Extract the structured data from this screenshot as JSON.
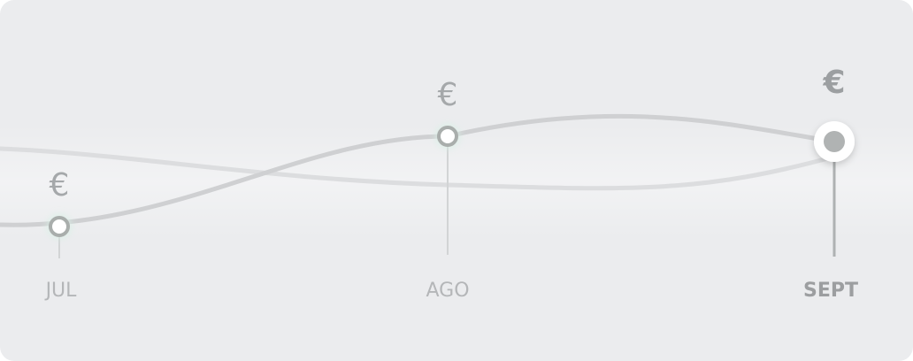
{
  "chart_data": {
    "type": "line",
    "categories": [
      "JUL",
      "AGO",
      "SEPT"
    ],
    "active_index": 2,
    "point_symbol": "€",
    "series": [
      {
        "values": [
          1,
          3,
          3
        ]
      },
      {
        "values": [
          3,
          2,
          2
        ]
      }
    ],
    "colors": {
      "background": "#ebecee",
      "primary_line": "#cfd0d2",
      "secondary_line": "#dcdddf",
      "marker_ring": "#a9aeac",
      "active_marker_fill": "#b0b3b3",
      "label": "#b4b6b8"
    }
  }
}
